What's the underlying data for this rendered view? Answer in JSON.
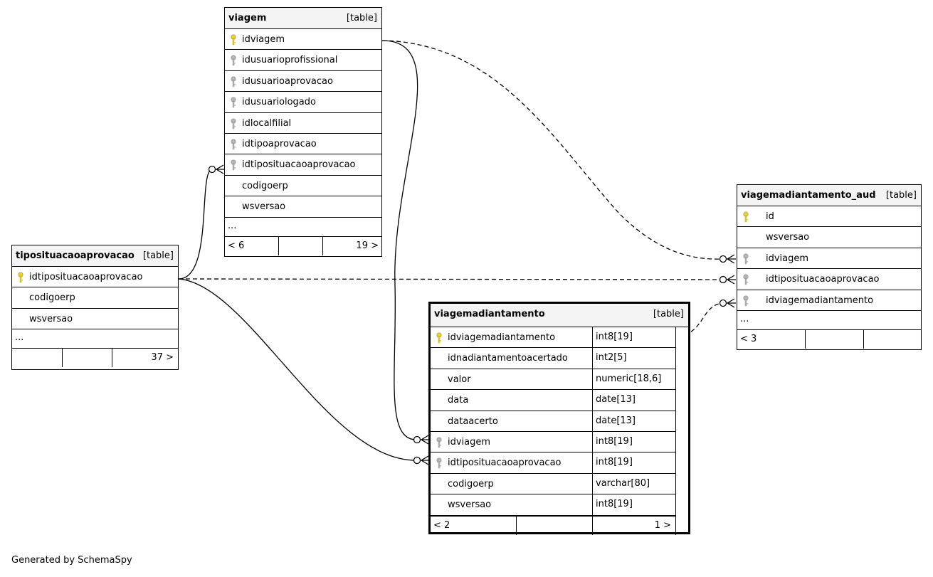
{
  "tables": {
    "viagem": {
      "name": "viagem",
      "kind": "[table]",
      "columns": [
        {
          "name": "idviagem",
          "key": "primary"
        },
        {
          "name": "idusuarioprofissional",
          "key": "foreign"
        },
        {
          "name": "idusuarioaprovacao",
          "key": "foreign"
        },
        {
          "name": "idusuariologado",
          "key": "foreign"
        },
        {
          "name": "idlocalfilial",
          "key": "foreign"
        },
        {
          "name": "idtipoaprovacao",
          "key": "foreign"
        },
        {
          "name": "idtiposituacaoaprovacao",
          "key": "foreign"
        },
        {
          "name": "codigoerp",
          "key": "none"
        },
        {
          "name": "wsversao",
          "key": "none"
        }
      ],
      "more": "...",
      "footer": [
        "< 6",
        "",
        "19 >"
      ]
    },
    "tiposituacaoaprovacao": {
      "name": "tiposituacaoaprovacao",
      "kind": "[table]",
      "columns": [
        {
          "name": "idtiposituacaoaprovacao",
          "key": "primary"
        },
        {
          "name": "codigoerp",
          "key": "none"
        },
        {
          "name": "wsversao",
          "key": "none"
        }
      ],
      "more": "...",
      "footer": [
        "",
        "",
        "37 >"
      ]
    },
    "viagemadiantamento": {
      "name": "viagemadiantamento",
      "kind": "[table]",
      "columns": [
        {
          "name": "idviagemadiantamento",
          "type": "int8[19]",
          "key": "primary"
        },
        {
          "name": "idnadiantamentoacertado",
          "type": "int2[5]",
          "key": "none"
        },
        {
          "name": "valor",
          "type": "numeric[18,6]",
          "key": "none"
        },
        {
          "name": "data",
          "type": "date[13]",
          "key": "none"
        },
        {
          "name": "dataacerto",
          "type": "date[13]",
          "key": "none"
        },
        {
          "name": "idviagem",
          "type": "int8[19]",
          "key": "foreign"
        },
        {
          "name": "idtiposituacaoaprovacao",
          "type": "int8[19]",
          "key": "foreign"
        },
        {
          "name": "codigoerp",
          "type": "varchar[80]",
          "key": "none"
        },
        {
          "name": "wsversao",
          "type": "int8[19]",
          "key": "none"
        }
      ],
      "footer": [
        "< 2",
        "",
        "1 >"
      ]
    },
    "viagemadiantamento_aud": {
      "name": "viagemadiantamento_aud",
      "kind": "[table]",
      "columns": [
        {
          "name": "id",
          "key": "primary"
        },
        {
          "name": "wsversao",
          "key": "none"
        },
        {
          "name": "idviagem",
          "key": "foreign"
        },
        {
          "name": "idtiposituacaoaprovacao",
          "key": "foreign"
        },
        {
          "name": "idviagemadiantamento",
          "key": "foreign"
        }
      ],
      "more": "...",
      "footer": [
        "< 3",
        "",
        ""
      ]
    }
  },
  "colors": {
    "primary_key": "#f2d600",
    "foreign_key": "#b5b5b5",
    "header_bg": "#f4f4f4"
  },
  "generated_by": "Generated by SchemaSpy"
}
